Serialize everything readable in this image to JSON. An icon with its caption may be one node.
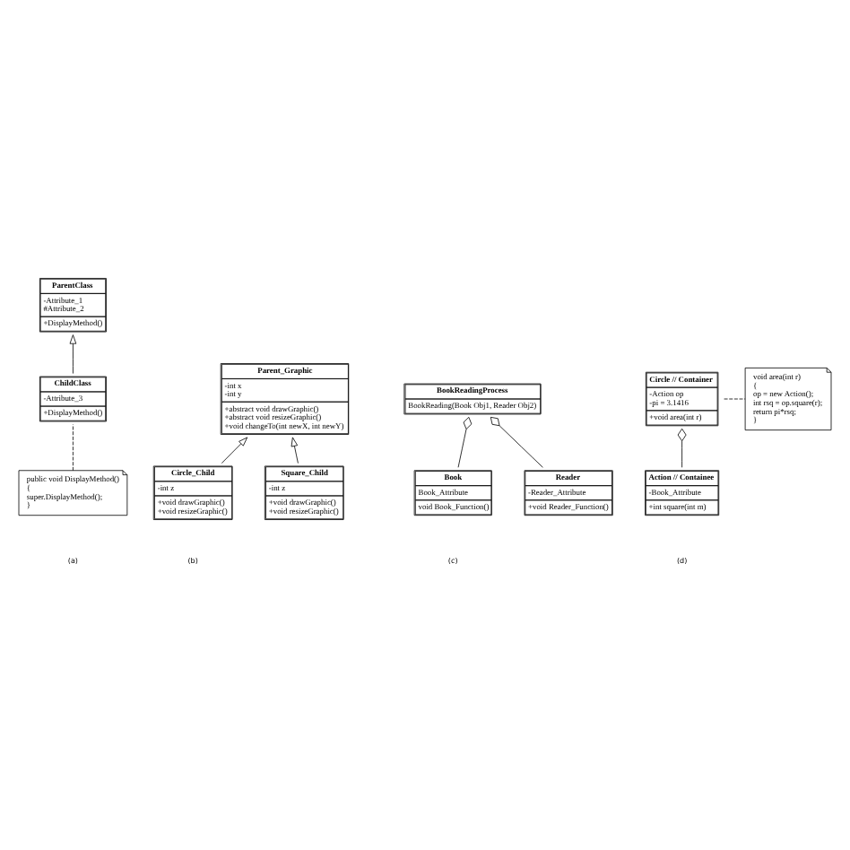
{
  "diagram": {
    "nodes": [
      {
        "text": [
          "ParentClass",
          "-Attribute_1",
          "#Attribute_2",
          "+DisplayMethod()"
        ]
      },
      {
        "text": [
          "ChildClass",
          "-Attribute_3",
          "+DisplayMethod()"
        ]
      },
      {
        "text": [
          "public void DisplayMethod()",
          "{",
          "super.DisplayMethod();",
          "}"
        ]
      },
      {
        "text": [
          "Parent_Graphic",
          "-int x",
          "-int y",
          "+abstract void drawGraphic()",
          "+abstract void resizeGraphic()",
          "+void changeTo(int newX, int newY)"
        ]
      },
      {
        "text": [
          "Circle_Child",
          "-int z",
          "+void drawGraphic()",
          "+void resizeGraphic()"
        ]
      },
      {
        "text": [
          "Square_Child",
          "-int z",
          "+void drawGraphic()",
          "+void resizeGraphic()"
        ]
      },
      {
        "text": [
          "BookReadingProcess",
          "BookReading(Book Obj1, Reader Obj2)"
        ]
      },
      {
        "text": [
          "Book",
          "Book_Attribute",
          "void Book_Function()"
        ]
      },
      {
        "text": [
          "Reader",
          "-Reader_Attribute",
          "+void Reader_Function()"
        ]
      },
      {
        "text": [
          "Circle // Container",
          "-Action op",
          "-pi = 3.1416",
          "+void area(int r)"
        ]
      },
      {
        "text": [
          "void area(int r)",
          "{",
          "op = new Action();",
          "int rsq = op.square(r);",
          "return pi*rsq;",
          "}"
        ]
      },
      {
        "text": [
          "Action // Containee",
          "-Book_Attribute",
          "+int square(int m)"
        ]
      }
    ],
    "edges": [
      {
        "from": 1,
        "to": 0,
        "arrow": "to"
      },
      {
        "from": 2,
        "to": 1,
        "arrow": "none",
        "style": "dashed"
      },
      {
        "from": 4,
        "to": 3,
        "arrow": "to"
      },
      {
        "from": 5,
        "to": 3,
        "arrow": "to"
      },
      {
        "from": 7,
        "to": 6,
        "arrow": "other"
      },
      {
        "from": 8,
        "to": 6,
        "arrow": "other"
      },
      {
        "from": 9,
        "to": 10,
        "arrow": "none",
        "style": "dashed"
      },
      {
        "from": 11,
        "to": 9,
        "arrow": "other"
      }
    ],
    "labels": [
      "(a)",
      "(b)",
      "(c)",
      "(d)"
    ]
  }
}
